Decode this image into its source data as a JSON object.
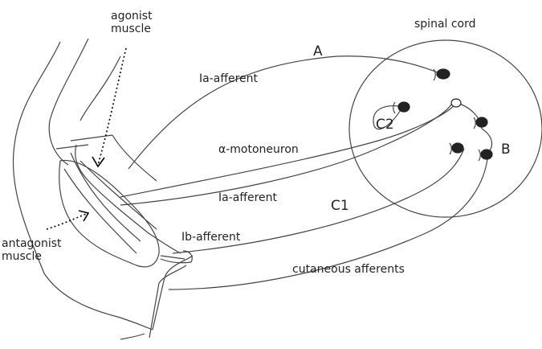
{
  "labels": {
    "agonist_muscle": "agonist\nmuscle",
    "spinal_cord": "spinal cord",
    "point_a": "A",
    "ia_afferent_top": "Ia-afferent",
    "point_c2": "C2",
    "alpha_motoneuron": "α-motoneuron",
    "point_b": "B",
    "ia_afferent_mid": "Ia-afferent",
    "point_c1": "C1",
    "ib_afferent": "Ib-afferent",
    "antagonist_muscle": "antagonist\nmuscle",
    "cutaneous_afferents": "cutaneous afferents"
  }
}
